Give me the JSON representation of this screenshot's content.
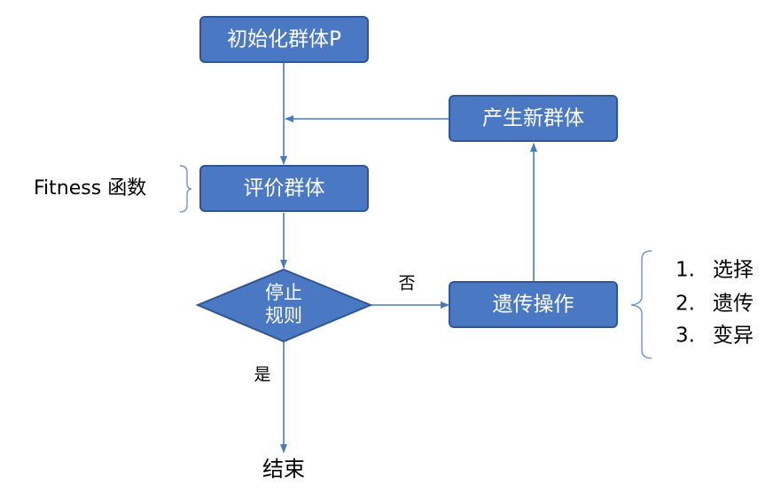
{
  "nodes": {
    "init": "初始化群体P",
    "new_pop": "产生新群体",
    "eval": "评价群体",
    "stop_line1": "停止",
    "stop_line2": "规则",
    "genetic_ops": "遗传操作"
  },
  "labels": {
    "fitness": "Fitness 函数",
    "no": "否",
    "yes": "是",
    "end": "结束"
  },
  "operations": [
    {
      "num": "1.",
      "text": "选择"
    },
    {
      "num": "2.",
      "text": "遗传"
    },
    {
      "num": "3.",
      "text": "变异"
    }
  ],
  "colors": {
    "box_fill": "#4a78c2",
    "box_border": "#2f5597",
    "box_text": "#ffffff",
    "connector": "#4a78c2"
  }
}
